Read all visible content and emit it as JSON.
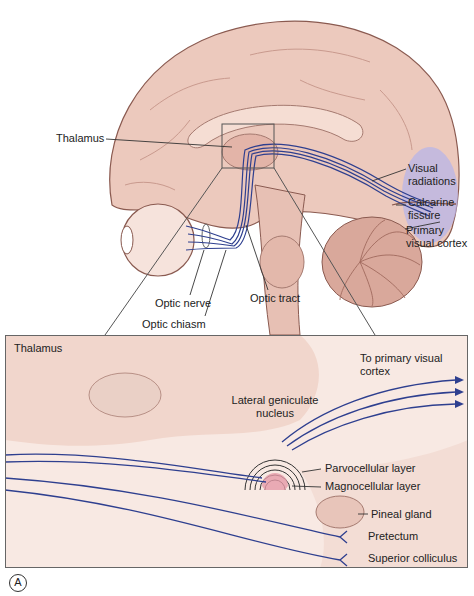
{
  "diagram": {
    "nodes": [
      {
        "text": [
          "Thalamus"
        ]
      },
      {
        "text": [
          "A"
        ]
      }
    ],
    "labels": [
      "Thalamus",
      "Visual radiations",
      "Calcarine fissure",
      "Primary visual cortex",
      "Optic nerve",
      "Optic chiasm",
      "Optic tract",
      "Lateral geniculate nucleus",
      "To primary visual cortex",
      "Parvocellular layer",
      "Magnocellular layer",
      "Pineal gland",
      "Pretectum",
      "Superior colliculus"
    ]
  }
}
